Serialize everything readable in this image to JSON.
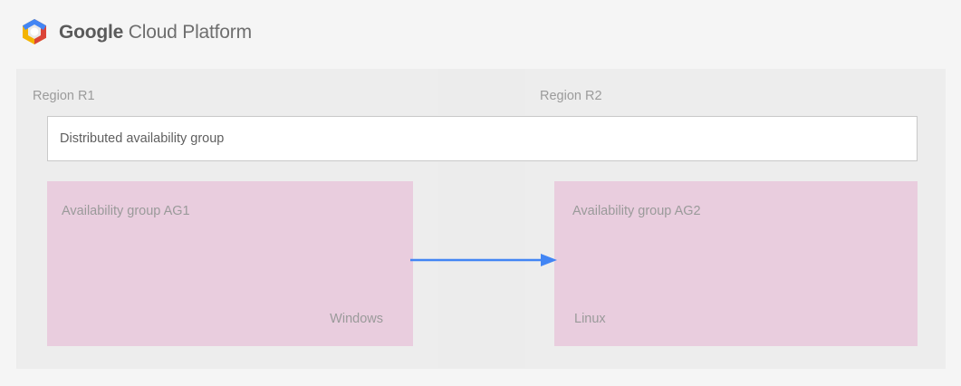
{
  "header": {
    "logo_icon": "google-cloud-platform-hexagon-logo",
    "brand_bold": "Google",
    "brand_light": "Cloud Platform",
    "logo_colors": {
      "blue": "#4285f4",
      "red": "#db4437",
      "yellow": "#f4b400",
      "center": "#f1f1f1"
    }
  },
  "diagram": {
    "background": "#ececec",
    "regions": [
      {
        "id": "r1",
        "label": "Region R1"
      },
      {
        "id": "r2",
        "label": "Region R2"
      }
    ],
    "distributed_group": {
      "label": "Distributed availability group",
      "background": "#ffffff",
      "border_color": "#c9c9c9"
    },
    "availability_groups": [
      {
        "id": "ag1",
        "title": "Availability group AG1",
        "os": "Windows",
        "background": "#e9cdde",
        "region": "Region R1"
      },
      {
        "id": "ag2",
        "title": "Availability group AG2",
        "os": "Linux",
        "background": "#e9cdde",
        "region": "Region R2"
      }
    ],
    "connector": {
      "type": "arrow",
      "direction": "right",
      "from": "ag1",
      "to": "ag2",
      "color": "#4285f4"
    }
  }
}
